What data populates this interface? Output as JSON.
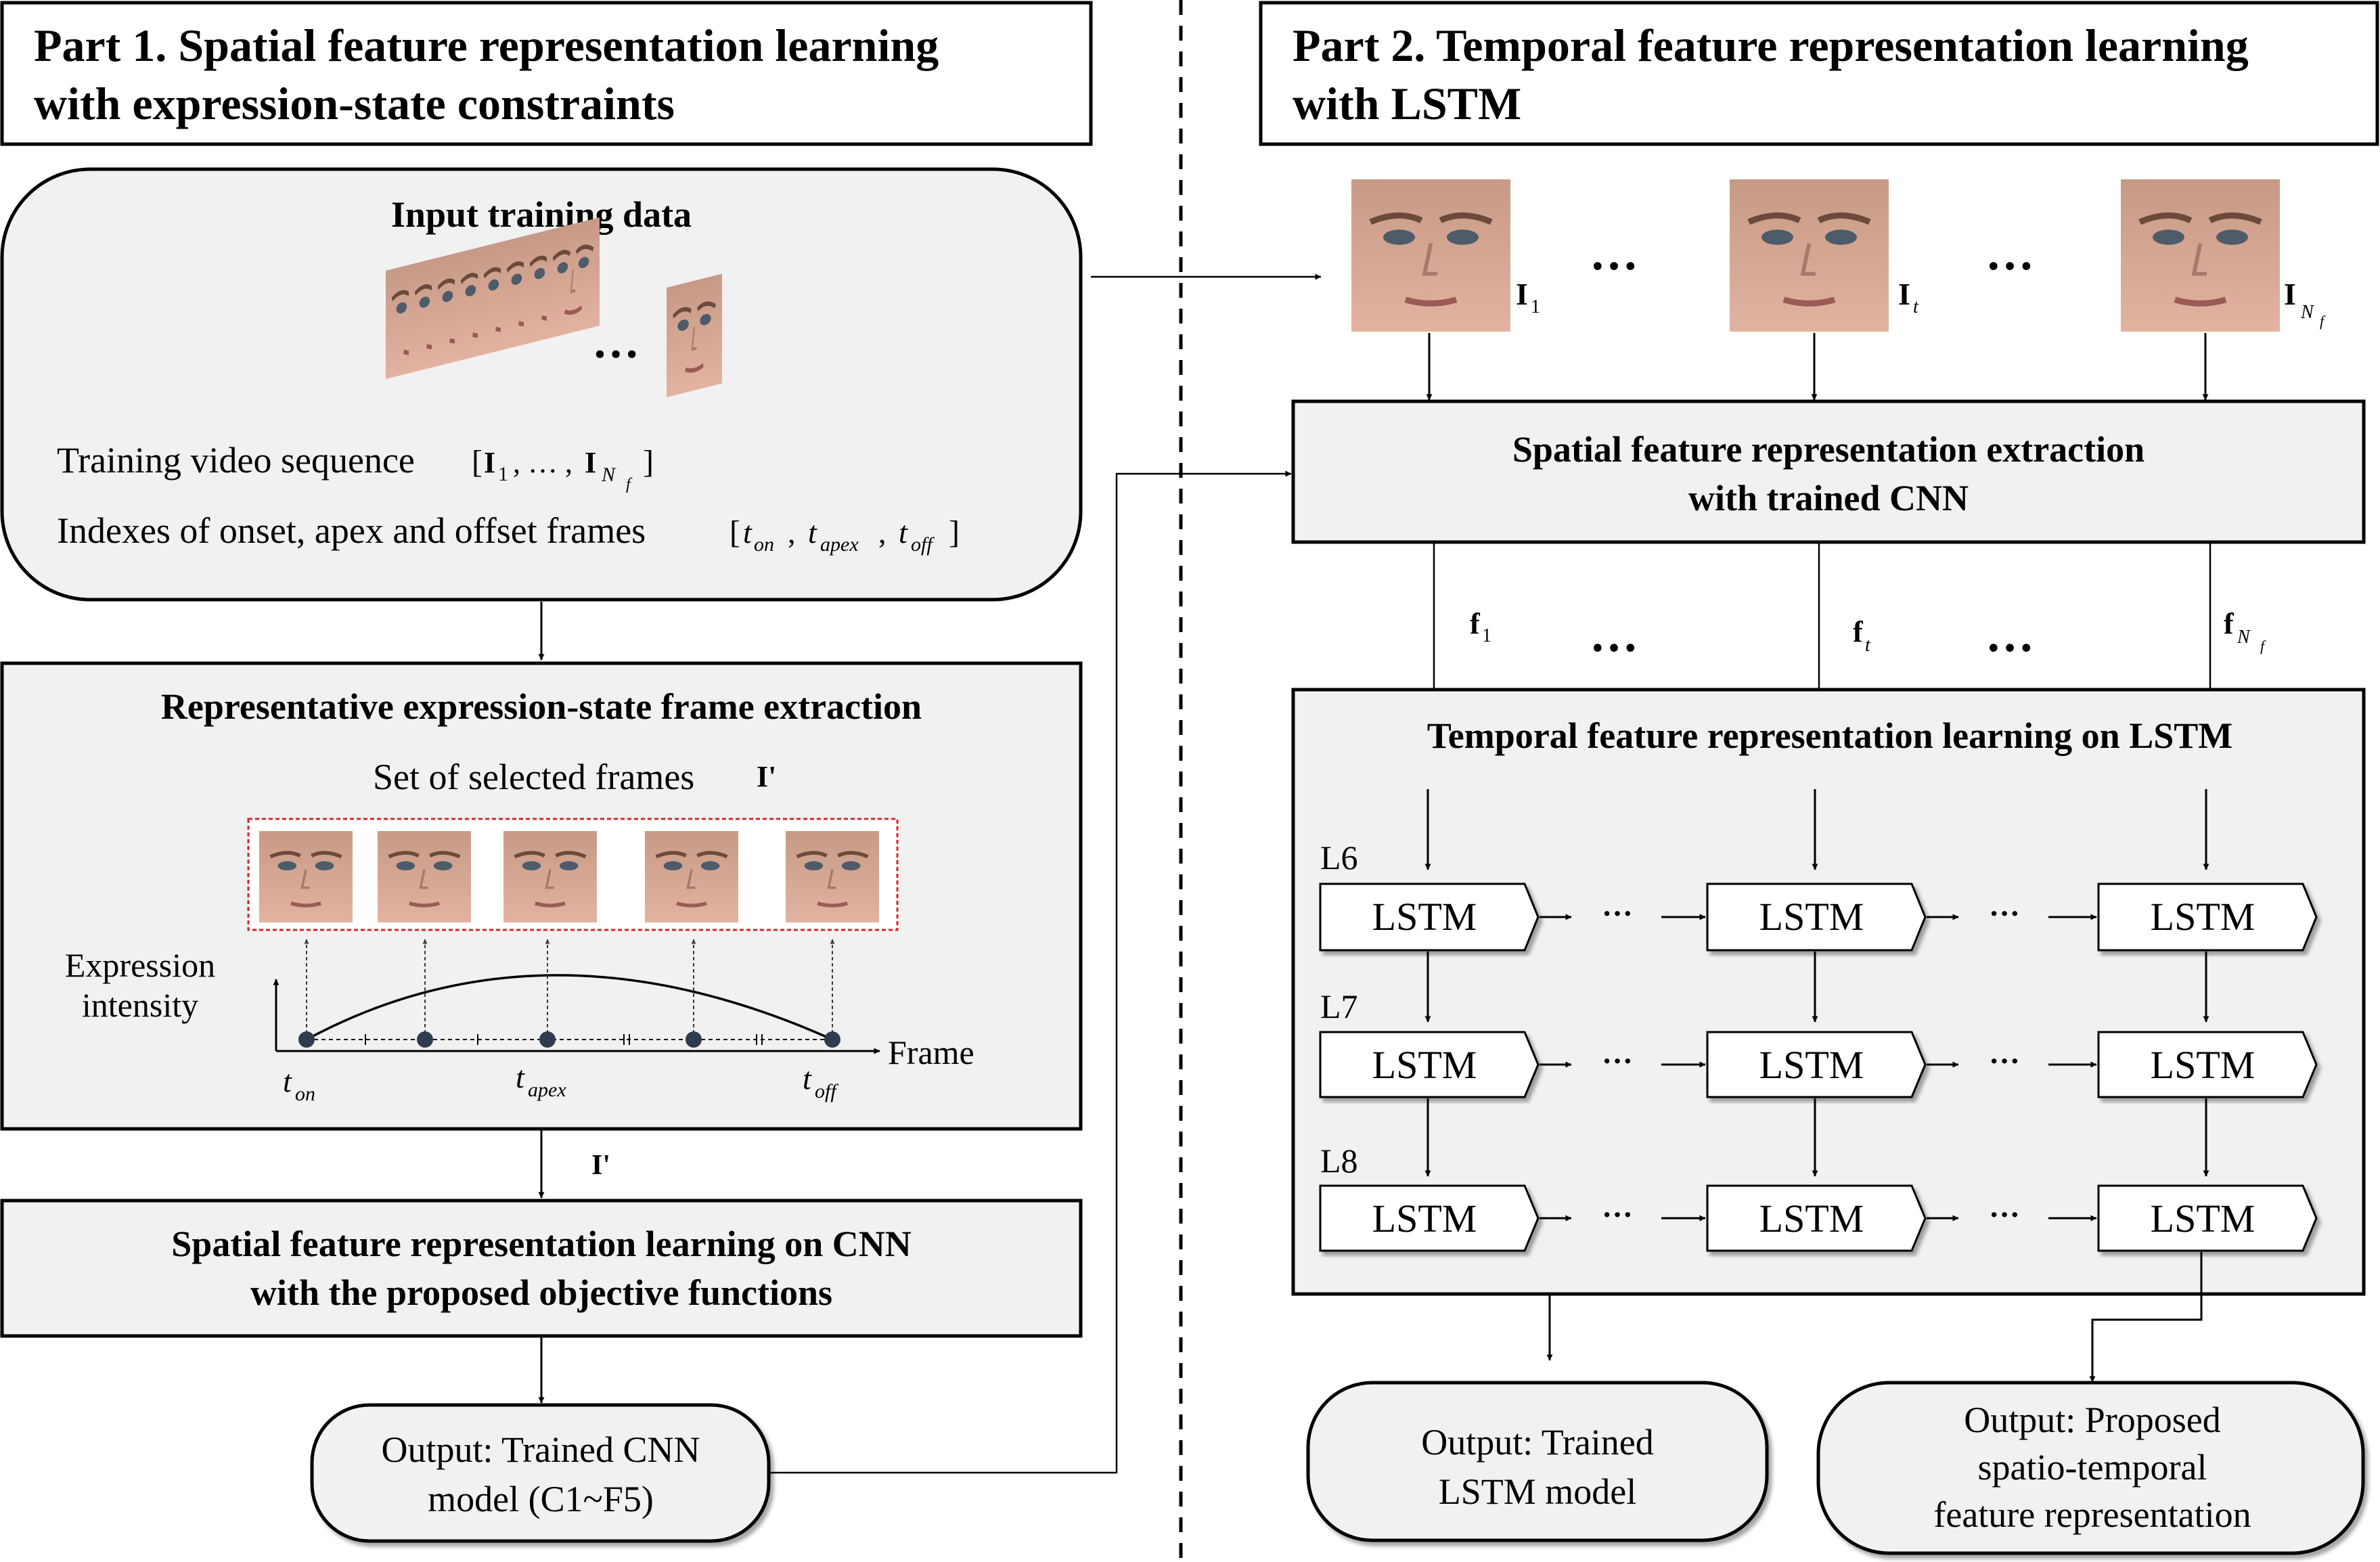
{
  "part1": {
    "title_line1": "Part 1. Spatial feature representation learning",
    "title_line2": "with expression-state constraints",
    "input_box": {
      "title": "Input training data",
      "ellipsis": "…",
      "seq_label": "Training video sequence",
      "seq_notation": {
        "open": "[",
        "I": "I",
        "sub1": "1",
        "sep": ", … ,",
        "subN": "N",
        "subf": "f",
        "close": "]"
      },
      "idx_label": "Indexes of onset, apex and offset frames",
      "idx_notation": {
        "open": "[",
        "t": "t",
        "on": "on",
        "apex": "apex",
        "off": "off",
        "comma": ",",
        "close": "]"
      }
    },
    "extract_box": {
      "title": "Representative expression-state frame extraction",
      "subtitle": "Set of selected frames",
      "set_symbol": "I'",
      "y_label_line1": "Expression",
      "y_label_line2": "intensity",
      "x_label": "Frame",
      "ticks": {
        "t": "t",
        "on": "on",
        "apex": "apex",
        "off": "off"
      }
    },
    "arrow_label": "I'",
    "cnn_box": {
      "line1": "Spatial feature representation learning on CNN",
      "line2": "with the proposed objective functions"
    },
    "output": {
      "line1": "Output: Trained CNN",
      "line2": "model (C1~F5)"
    }
  },
  "part2": {
    "title_line1": "Part 2. Temporal feature representation learning",
    "title_line2": "with LSTM",
    "frames": [
      {
        "symbol": "I",
        "sub": "1",
        "sub2": ""
      },
      {
        "symbol": "I",
        "sub": "t",
        "sub2": ""
      },
      {
        "symbol": "I",
        "sub": "N",
        "sub2": "f"
      }
    ],
    "ellipsis": "…",
    "extract_box": {
      "line1": "Spatial feature representation extraction",
      "line2": "with trained CNN"
    },
    "features": [
      {
        "symbol": "f",
        "sub": "1",
        "sub2": ""
      },
      {
        "symbol": "f",
        "sub": "t",
        "sub2": ""
      },
      {
        "symbol": "f",
        "sub": "N",
        "sub2": "f"
      }
    ],
    "lstm_box": {
      "title": "Temporal feature representation learning on LSTM",
      "layers": [
        "L6",
        "L7",
        "L8"
      ],
      "cell_label": "LSTM",
      "dots": "···"
    },
    "outputs": {
      "lstm_line1": "Output: Trained",
      "lstm_line2": "LSTM model",
      "rep_line1": "Output: Proposed",
      "rep_line2": "spatio-temporal",
      "rep_line3": "feature representation"
    }
  },
  "colors": {
    "box_fill": "#f1f1f1",
    "stroke": "#000000",
    "selection_border": "#d9262c",
    "marker": "#2f3b4e",
    "face_skin": "#d9a892"
  }
}
